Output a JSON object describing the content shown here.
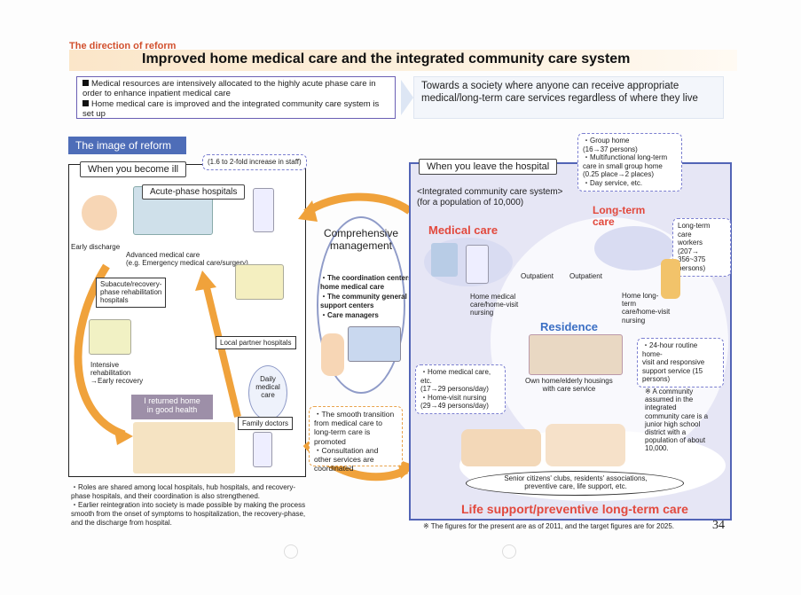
{
  "header": {
    "kicker": "The direction of reform",
    "title": "Improved home medical care and the integrated community care system"
  },
  "summary": {
    "bullet1": "Medical resources are intensively allocated to the highly acute phase care in order to enhance inpatient medical care",
    "bullet2": "Home medical care is improved and the integrated community care system is set up",
    "goal": "Towards a society where anyone can receive appropriate medical/long-term care services regardless of where they live"
  },
  "tab_label": "The image of reform",
  "left": {
    "heading": "When you become ill",
    "staff_note": "(1.6 to 2-fold increase in staff)",
    "acute": "Acute-phase hospitals",
    "early_discharge": "Early discharge",
    "advanced_care": "Advanced medical care\n(e.g. Emergency medical care/surgery)",
    "subacute": "Subacute/recovery-\nphase rehabilitation\nhospitals",
    "intensive": "Intensive\nrehabilitation\n→Early recovery",
    "local_partner": "Local partner hospitals",
    "daily_care": "Daily\nmedical\ncare",
    "returned": "I returned home\nin good health",
    "family_doctors": "Family doctors"
  },
  "center": {
    "title": "Comprehensive\nmanagement",
    "items": [
      "The coordination centers for home medical care",
      "The community general support centers",
      "Care managers"
    ],
    "transition": [
      "The smooth transition from medical care to long-term care is promoted",
      "Consultation and other services are coordinated"
    ]
  },
  "right": {
    "heading": "When you leave the hospital",
    "subtitle": "<Integrated community care system>\n(for a population of 10,000)",
    "group_home": [
      "Group home\n(16→37 persons)",
      "Multifunctional long-term care in small group home\n(0.25 place→2 places)",
      "Day service, etc."
    ],
    "long_term_care": "Long-term\ncare",
    "workers": "Long-term care\nworkers (207→\n356~375 persons)",
    "medical_care": "Medical care",
    "outpatient_left": "Outpatient",
    "outpatient_right": "Outpatient",
    "home_medical": "Home medical\ncare/home-visit\nnursing",
    "home_longterm": "Home long-\nterm\ncare/home-visit\nnursing",
    "residence": "Residence",
    "own_home": "Own home/elderly housings\nwith care service",
    "home_medical_stats": [
      "Home medical care, etc.\n(17→29 persons/day)",
      "Home-visit nursing\n(29→49 persons/day)"
    ],
    "routine_service": "24-hour routine home-\nvisit and responsive\nsupport service (15\npersons)",
    "community_note": "※ A community\nassumed in the\nintegrated\ncommunity care is a\njunior high school\ndistrict with a\npopulation of about\n10,000.",
    "clubs": "Senior citizens' clubs, residents' associations,\npreventive care, life support, etc.",
    "life_support": "Life support/preventive long-term care"
  },
  "bottom_notes": [
    "Roles are shared among local hospitals, hub hospitals, and recovery-phase hospitals, and their coordination is also strengthened.",
    "Earlier reintegration into society is made possible by making the process smooth from the onset of symptoms to hospitalization, the recovery-phase, and the discharge from hospital."
  ],
  "footnote": "※ The figures for the present are as of 2011, and the target figures are for 2025.",
  "page_number": "34",
  "colors": {
    "accent_orange": "#f0a23b",
    "panel_blue": "#5264b6",
    "title_red": "#e2493d",
    "residence_blue": "#3b6fc4"
  }
}
